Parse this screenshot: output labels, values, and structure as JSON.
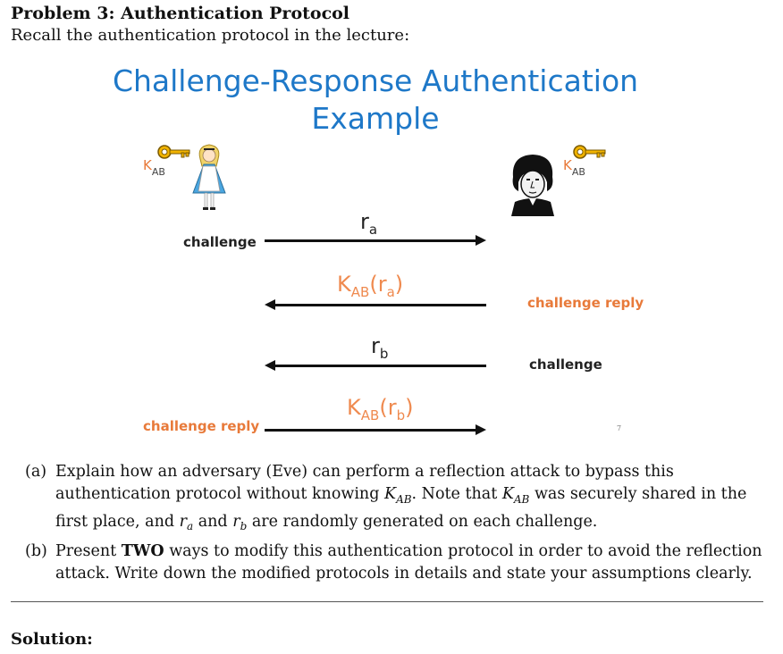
{
  "problem": {
    "title": "Problem 3: Authentication Protocol",
    "intro": "Recall the authentication protocol in the lecture:"
  },
  "slide": {
    "title_line1": "Challenge-Response Authentication",
    "title_line2": "Example",
    "alice_key": {
      "k": "K",
      "sub": "AB"
    },
    "bob_key": {
      "k": "K",
      "sub": "AB"
    },
    "messages": [
      {
        "label": "challenge",
        "label_color": "#222222",
        "label_side": "left",
        "direction": "right",
        "msg_main": "r",
        "msg_sub": "a",
        "msg_color": "#222222"
      },
      {
        "label": "challenge reply",
        "label_color": "#e87a3a",
        "label_side": "right",
        "direction": "left",
        "msg_main": "K",
        "msg_sub": "AB",
        "msg_paren_main": "r",
        "msg_paren_sub": "a",
        "msg_color": "#ef8a4f"
      },
      {
        "label": "challenge",
        "label_color": "#222222",
        "label_side": "right",
        "direction": "left",
        "msg_main": "r",
        "msg_sub": "b",
        "msg_color": "#222222"
      },
      {
        "label": "challenge reply",
        "label_color": "#e87a3a",
        "label_side": "left",
        "direction": "right",
        "msg_main": "K",
        "msg_sub": "AB",
        "msg_paren_main": "r",
        "msg_paren_sub": "b",
        "msg_color": "#ef8a4f"
      }
    ],
    "page_number": "7"
  },
  "questions": [
    {
      "tag": "(a)",
      "parts": [
        "Explain how an adversary (Eve) can perform a reflection attack to bypass this authentication protocol without knowing ",
        "K",
        "AB",
        ". Note that ",
        "K",
        "AB",
        " was securely shared in the first place, and ",
        "r",
        "a",
        " and ",
        "r",
        "b",
        " are randomly generated on each challenge."
      ]
    },
    {
      "tag": "(b)",
      "pre": "Present ",
      "bold": "TWO",
      "post": " ways to modify this authentication protocol in order to avoid the reflection attack. Write down the modified protocols in details and state your assumptions clearly."
    }
  ],
  "solution_label": "Solution:",
  "colors": {
    "slide_title": "#1e78c8",
    "accent_orange": "#e87a3a",
    "key_gold": "#f2a900"
  },
  "icons": [
    "key-icon",
    "alice-figure",
    "bob-portrait"
  ]
}
